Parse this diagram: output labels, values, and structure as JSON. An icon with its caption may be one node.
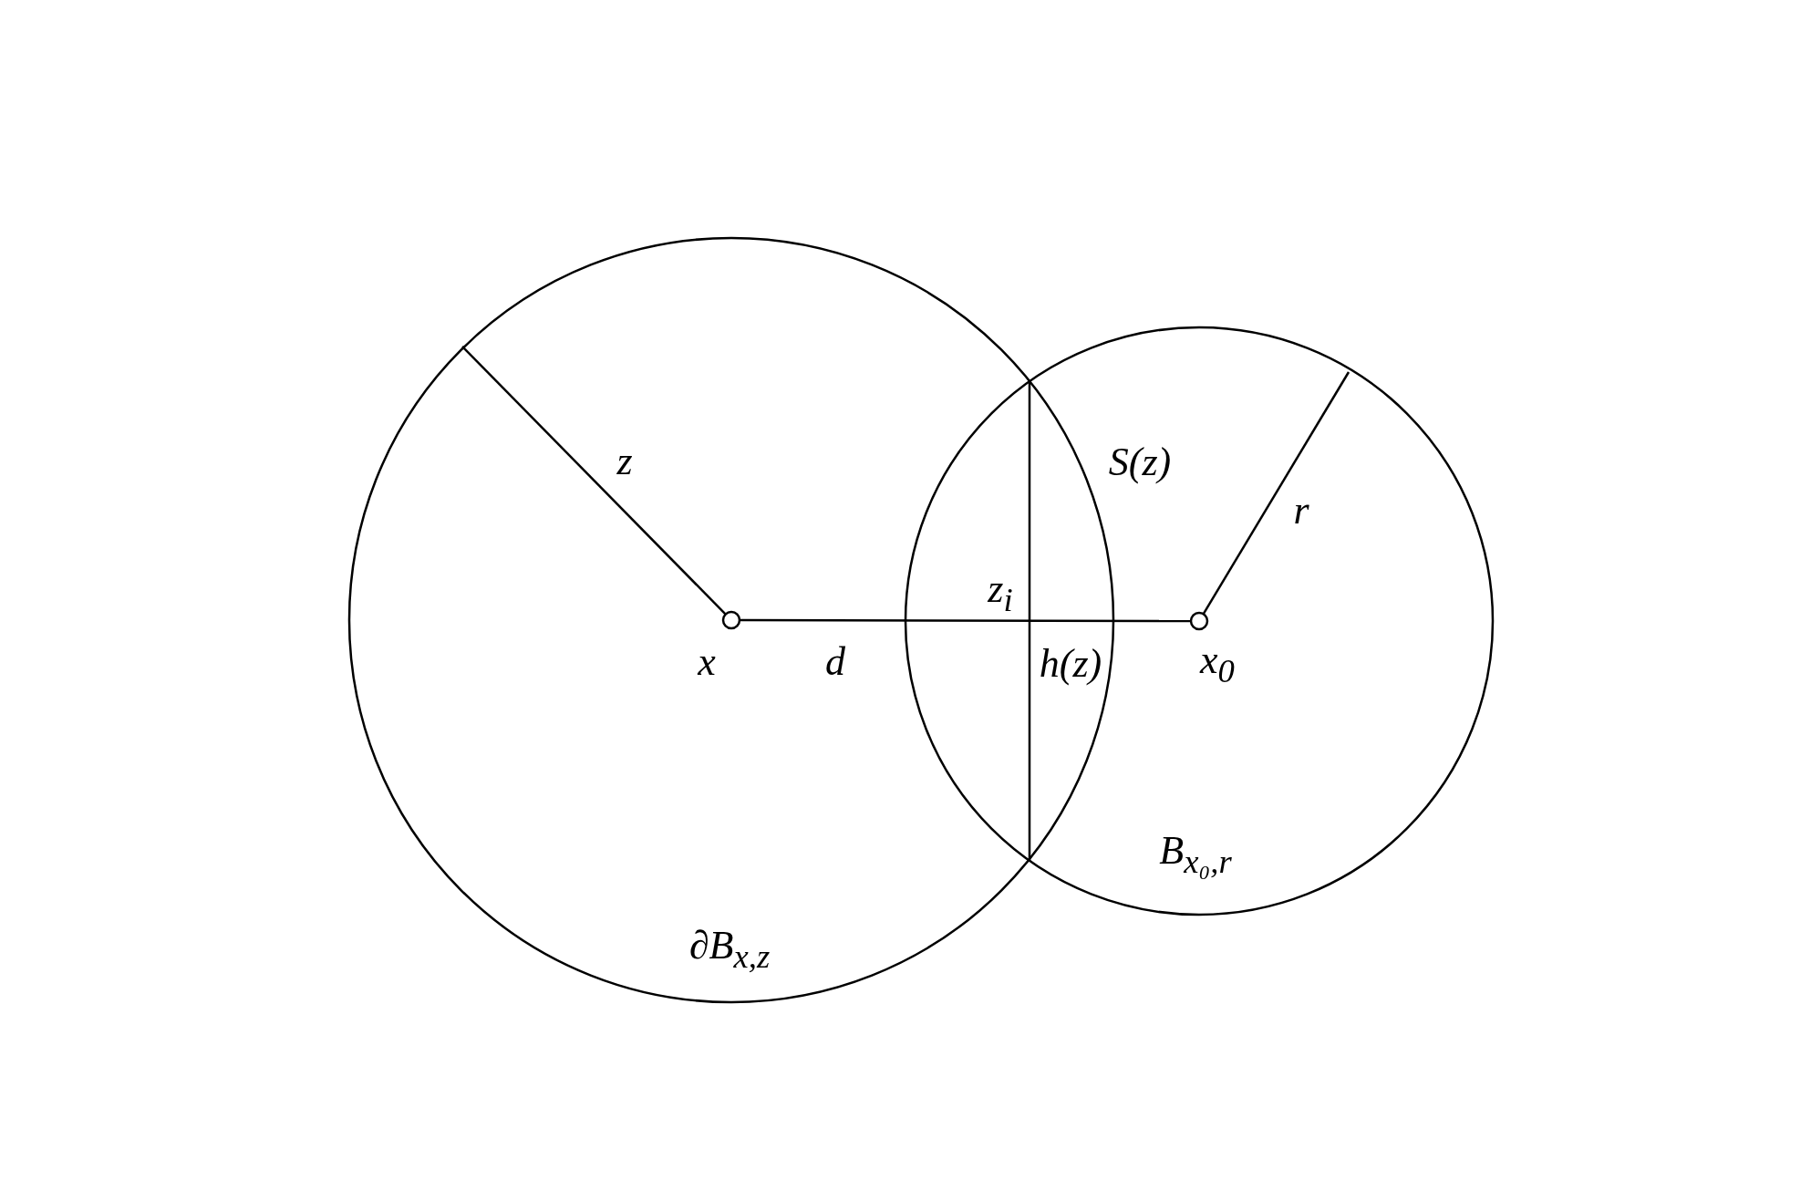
{
  "diagram": {
    "nodes": [
      {
        "text": [
          "∂B$_{x,z}$"
        ]
      },
      {
        "text": [
          "B$_{x₀,r}$"
        ]
      },
      {
        "text": [],
        "shape": "circle",
        "in": 0
      },
      {
        "text": [],
        "shape": "circle",
        "in": 1
      }
    ],
    "edges": [
      {
        "from": 0,
        "to": 2,
        "arrow": "none",
        "label": "z"
      },
      {
        "from": 2,
        "to": 3,
        "arrow": "none",
        "label": "d"
      },
      {
        "from": 1,
        "to": 3,
        "arrow": "none",
        "label": "r"
      }
    ],
    "labels": [
      "S(z)",
      "z$_{i}$",
      "x",
      "h(z)",
      "x$_{0}$"
    ]
  }
}
